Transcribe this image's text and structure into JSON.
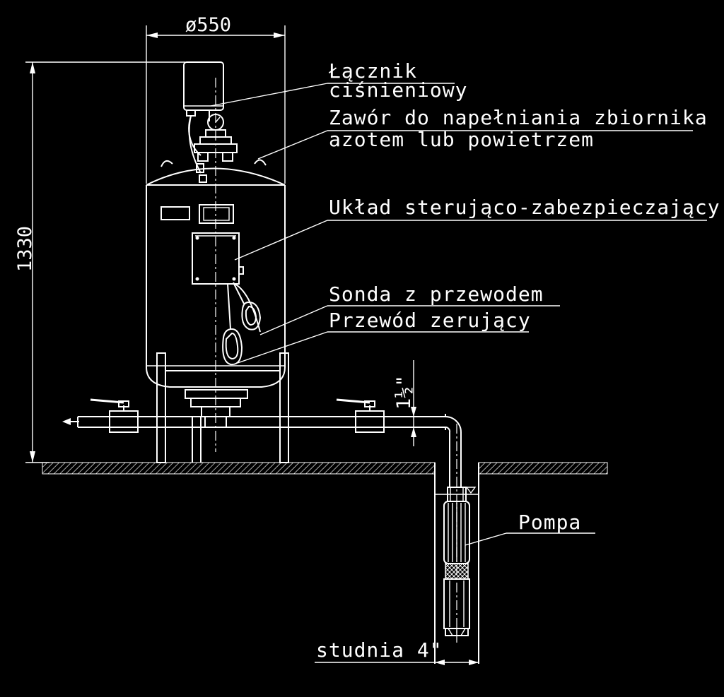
{
  "dimensions": {
    "diameter": "ø550",
    "height": "1330",
    "pipe_size": "1½\""
  },
  "labels": {
    "pressure_switch_line1": "Łącznik",
    "pressure_switch_line2": "ciśnieniowy",
    "valve_line1": "Zawór do napełniania zbiornika",
    "valve_line2": "azotem lub powietrzem",
    "control_unit": "Układ sterująco-zabezpieczający",
    "probe": "Sonda z przewodem",
    "ground_wire": "Przewód zerujący",
    "pump": "Pompa",
    "well": "studnia 4\""
  },
  "colors": {
    "background": "#000000",
    "lines": "#ffffff"
  }
}
